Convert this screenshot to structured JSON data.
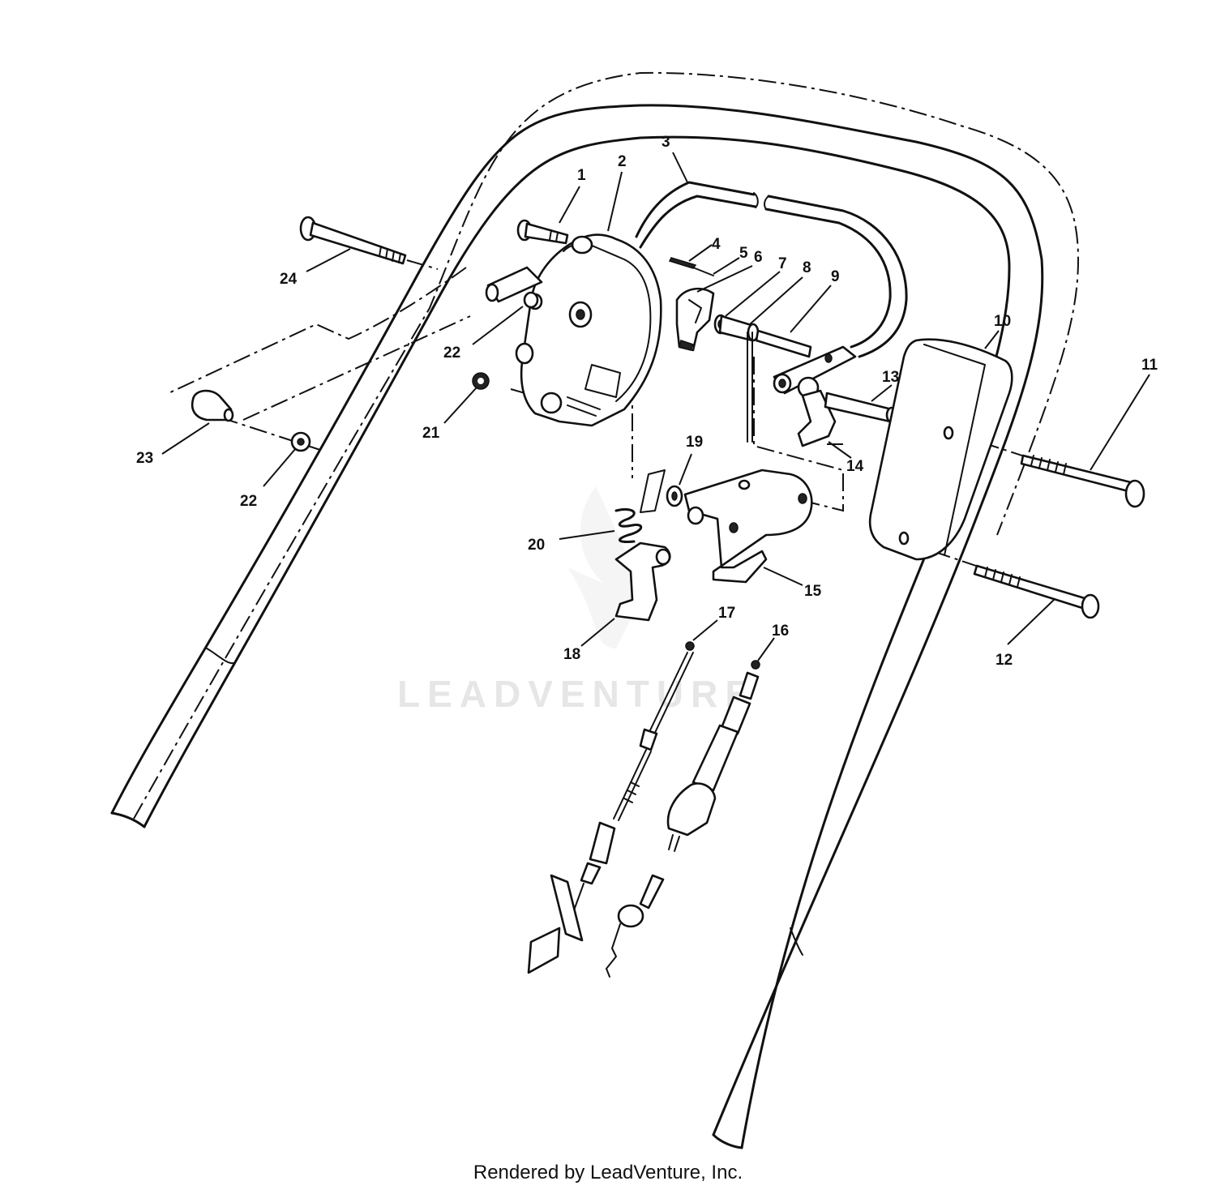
{
  "watermark": "LEADVENTURE",
  "footer": {
    "credit": "Rendered by LeadVenture, Inc."
  },
  "callouts": [
    {
      "id": "1",
      "label": "1"
    },
    {
      "id": "2",
      "label": "2"
    },
    {
      "id": "3",
      "label": "3"
    },
    {
      "id": "4",
      "label": "4"
    },
    {
      "id": "5",
      "label": "5"
    },
    {
      "id": "6",
      "label": "6"
    },
    {
      "id": "7",
      "label": "7"
    },
    {
      "id": "8",
      "label": "8"
    },
    {
      "id": "9",
      "label": "9"
    },
    {
      "id": "10",
      "label": "10"
    },
    {
      "id": "11",
      "label": "11"
    },
    {
      "id": "12",
      "label": "12"
    },
    {
      "id": "13",
      "label": "13"
    },
    {
      "id": "14",
      "label": "14"
    },
    {
      "id": "15",
      "label": "15"
    },
    {
      "id": "16",
      "label": "16"
    },
    {
      "id": "17",
      "label": "17"
    },
    {
      "id": "18",
      "label": "18"
    },
    {
      "id": "19",
      "label": "19"
    },
    {
      "id": "20",
      "label": "20"
    },
    {
      "id": "21",
      "label": "21"
    },
    {
      "id": "22a",
      "label": "22"
    },
    {
      "id": "22b",
      "label": "22"
    },
    {
      "id": "23",
      "label": "23"
    },
    {
      "id": "24",
      "label": "24"
    }
  ]
}
